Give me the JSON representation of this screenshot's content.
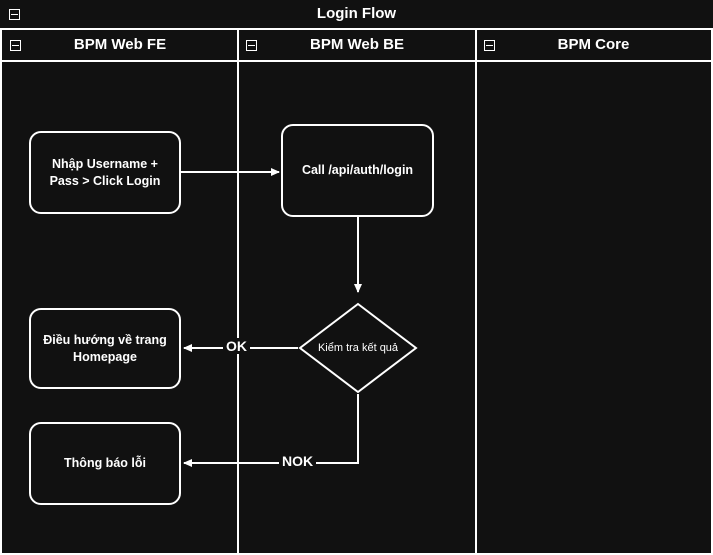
{
  "diagram": {
    "title": "Login Flow",
    "type": "bpmn-swimlane-flowchart",
    "collapse_icon": "minus-box-icon",
    "lanes": [
      {
        "id": "fe",
        "label": "BPM Web FE"
      },
      {
        "id": "be",
        "label": "BPM Web BE"
      },
      {
        "id": "core",
        "label": "BPM Core"
      }
    ],
    "nodes": [
      {
        "id": "n1",
        "lane": "fe",
        "shape": "task",
        "label": "Nhập Username + Pass > Click Login"
      },
      {
        "id": "n2",
        "lane": "be",
        "shape": "task",
        "label": "Call /api/auth/login"
      },
      {
        "id": "n3",
        "lane": "be",
        "shape": "decision",
        "label": "Kiểm tra kết quả"
      },
      {
        "id": "n4",
        "lane": "fe",
        "shape": "task",
        "label": "Điều hướng về trang Homepage"
      },
      {
        "id": "n5",
        "lane": "fe",
        "shape": "task",
        "label": "Thông báo lỗi"
      }
    ],
    "flows": [
      {
        "from": "n1",
        "to": "n2",
        "label": ""
      },
      {
        "from": "n2",
        "to": "n3",
        "label": ""
      },
      {
        "from": "n3",
        "to": "n4",
        "label": "OK"
      },
      {
        "from": "n3",
        "to": "n5",
        "label": "NOK"
      }
    ],
    "colors": {
      "background": "#111111",
      "stroke": "#ffffff",
      "text": "#ffffff"
    }
  }
}
